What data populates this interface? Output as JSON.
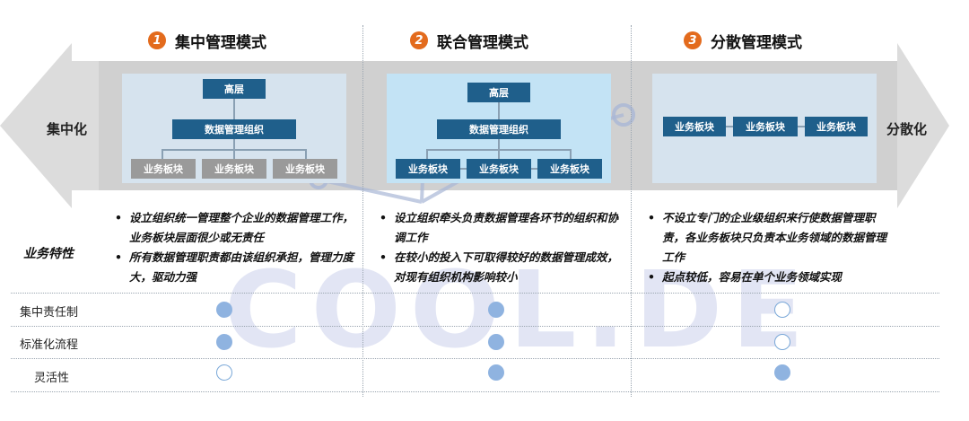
{
  "modes": [
    {
      "number": "1",
      "title": "集中管理模式"
    },
    {
      "number": "2",
      "title": "联合管理模式"
    },
    {
      "number": "3",
      "title": "分散管理模式"
    }
  ],
  "axis": {
    "left_label": "集中化",
    "right_label": "分散化"
  },
  "org": {
    "top": "高层",
    "mid": "数据管理组织",
    "unit": "业务板块"
  },
  "feature_label": "业务特性",
  "features": [
    [
      "设立组织统一管理整个企业的数据管理工作，业务板块层面很少或无责任",
      "所有数据管理职责都由该组织承担，管理力度大，驱动力强"
    ],
    [
      "设立组织牵头负责数据管理各环节的组织和协调工作",
      "在较小的投入下可取得较好的数据管理成效，对现有组织机构影响较小"
    ],
    [
      "不设立专门的企业级组织来行使数据管理职责，各业务板块只负责本业务领域的数据管理工作",
      "起点较低，容易在单个业务领域实现"
    ]
  ],
  "criteria": [
    {
      "label": "集中责任制",
      "values": [
        true,
        true,
        false
      ]
    },
    {
      "label": "标准化流程",
      "values": [
        true,
        true,
        false
      ]
    },
    {
      "label": "灵活性",
      "values": [
        false,
        true,
        true
      ]
    }
  ],
  "watermark": "COOL.DE",
  "colors": {
    "accent": "#e36b1d",
    "box_blue": "#1f5f8b",
    "box_gray": "#9a9a9a",
    "dot_fill": "#8fb3e0"
  }
}
